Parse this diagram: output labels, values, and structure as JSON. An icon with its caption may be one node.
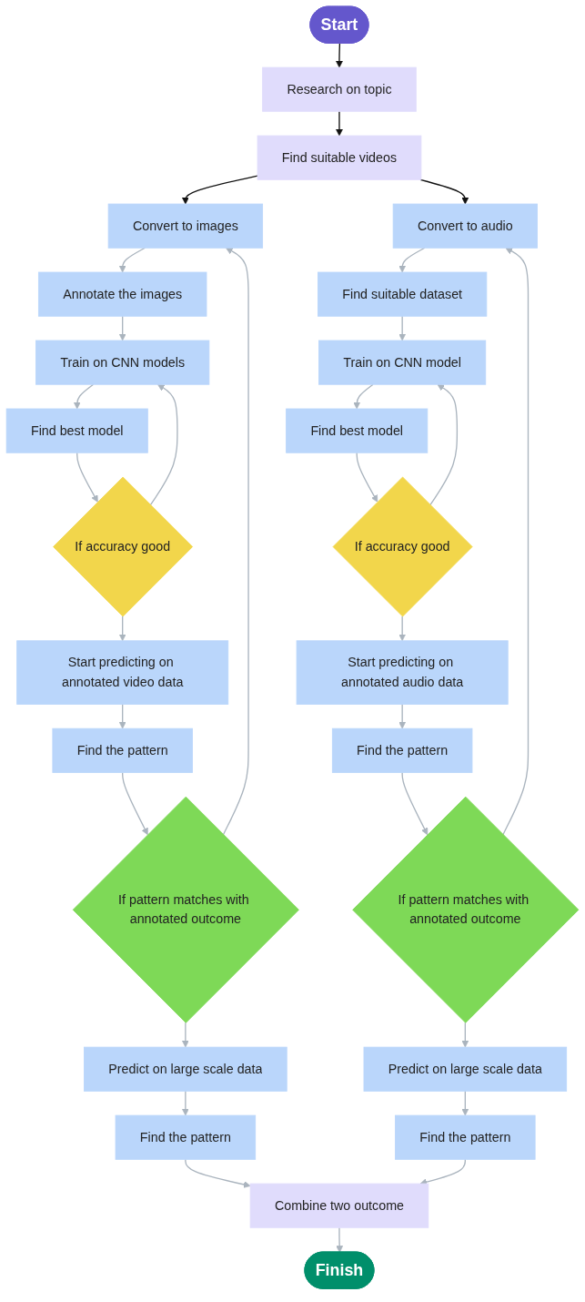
{
  "diagram": {
    "nodes": [
      {
        "text": [
          "Start"
        ]
      },
      {
        "text": [
          "Research on topic"
        ]
      },
      {
        "text": [
          "Find suitable videos"
        ]
      },
      {
        "text": [
          "Convert to images"
        ]
      },
      {
        "text": [
          "Convert to audio"
        ]
      },
      {
        "text": [
          "Annotate the images"
        ]
      },
      {
        "text": [
          "Find suitable dataset"
        ]
      },
      {
        "text": [
          "Train on CNN models"
        ]
      },
      {
        "text": [
          "Train on CNN model"
        ]
      },
      {
        "text": [
          "Find best model"
        ]
      },
      {
        "text": [
          "Find best model"
        ]
      },
      {
        "text": [
          "If accuracy good"
        ]
      },
      {
        "text": [
          "If accuracy good"
        ]
      },
      {
        "text": [
          "Start predicting on annotated video data"
        ]
      },
      {
        "text": [
          "Start predicting on annotated audio data"
        ]
      },
      {
        "text": [
          "Find the pattern"
        ]
      },
      {
        "text": [
          "Find the pattern"
        ]
      },
      {
        "text": [
          "If pattern matches with annotated outcome"
        ]
      },
      {
        "text": [
          "If pattern matches with annotated outcome"
        ]
      },
      {
        "text": [
          "Predict on large scale data"
        ]
      },
      {
        "text": [
          "Predict on large scale data"
        ]
      },
      {
        "text": [
          "Find the pattern"
        ]
      },
      {
        "text": [
          "Find the pattern"
        ]
      },
      {
        "text": [
          "Combine two outcome"
        ]
      },
      {
        "text": [
          "Finish"
        ]
      }
    ],
    "edges": [
      {
        "from": 0,
        "to": 1,
        "arrow": "to",
        "color": "#111111"
      },
      {
        "from": 1,
        "to": 2,
        "arrow": "to",
        "color": "#111111"
      },
      {
        "from": 2,
        "to": 3,
        "arrow": "to",
        "color": "#111111"
      },
      {
        "from": 2,
        "to": 4,
        "arrow": "to",
        "color": "#111111"
      },
      {
        "from": 3,
        "to": 5,
        "arrow": "to"
      },
      {
        "from": 5,
        "to": 7,
        "arrow": "to"
      },
      {
        "from": 7,
        "to": 9,
        "arrow": "to"
      },
      {
        "from": 9,
        "to": 11,
        "arrow": "to"
      },
      {
        "from": 11,
        "to": 7,
        "arrow": "to"
      },
      {
        "from": 11,
        "to": 13,
        "arrow": "to"
      },
      {
        "from": 13,
        "to": 15,
        "arrow": "to"
      },
      {
        "from": 15,
        "to": 17,
        "arrow": "to"
      },
      {
        "from": 17,
        "to": 3,
        "arrow": "to"
      },
      {
        "from": 17,
        "to": 19,
        "arrow": "to"
      },
      {
        "from": 19,
        "to": 21,
        "arrow": "to"
      },
      {
        "from": 21,
        "to": 23,
        "arrow": "to"
      },
      {
        "from": 4,
        "to": 6,
        "arrow": "to"
      },
      {
        "from": 6,
        "to": 8,
        "arrow": "to"
      },
      {
        "from": 8,
        "to": 10,
        "arrow": "to"
      },
      {
        "from": 10,
        "to": 12,
        "arrow": "to"
      },
      {
        "from": 12,
        "to": 8,
        "arrow": "to"
      },
      {
        "from": 12,
        "to": 14,
        "arrow": "to"
      },
      {
        "from": 14,
        "to": 16,
        "arrow": "to"
      },
      {
        "from": 16,
        "to": 18,
        "arrow": "to"
      },
      {
        "from": 18,
        "to": 4,
        "arrow": "to"
      },
      {
        "from": 18,
        "to": 20,
        "arrow": "to"
      },
      {
        "from": 20,
        "to": 22,
        "arrow": "to"
      },
      {
        "from": 22,
        "to": 23,
        "arrow": "to"
      },
      {
        "from": 23,
        "to": 24,
        "arrow": "to"
      }
    ]
  }
}
